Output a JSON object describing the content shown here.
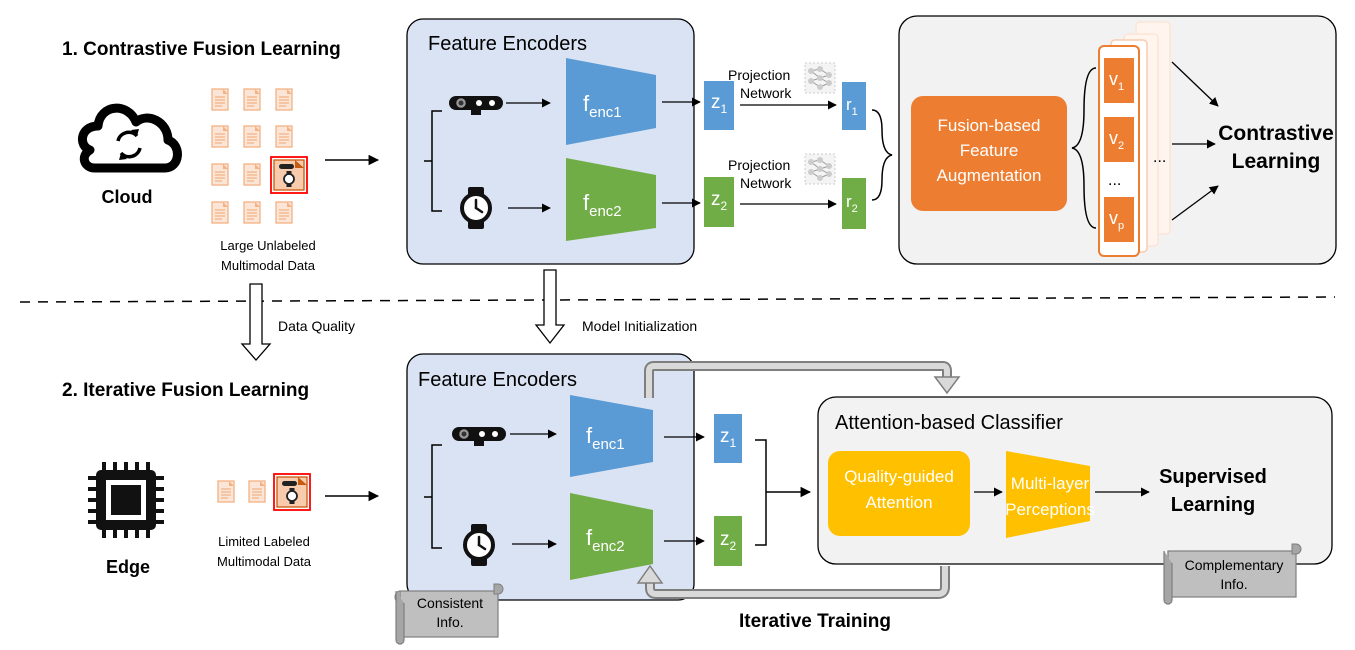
{
  "section1": {
    "title": "1. Contrastive Fusion Learning",
    "cloud_label": "Cloud",
    "data_caption": [
      "Large Unlabeled",
      "Multimodal Data"
    ],
    "encoders_title": "Feature Encoders",
    "encoder1": {
      "base": "f",
      "sub": "enc1"
    },
    "encoder2": {
      "base": "f",
      "sub": "enc2"
    },
    "z1": {
      "base": "z",
      "sub": "1"
    },
    "z2": {
      "base": "z",
      "sub": "2"
    },
    "r1": {
      "base": "r",
      "sub": "1"
    },
    "r2": {
      "base": "r",
      "sub": "2"
    },
    "projection_label": [
      "Projection",
      "Network"
    ],
    "augmentation_label": [
      "Fusion-based",
      "Feature",
      "Augmentation"
    ],
    "v1": {
      "base": "v",
      "sub": "1"
    },
    "v2": {
      "base": "v",
      "sub": "2"
    },
    "vp": {
      "base": "v",
      "sub": "p"
    },
    "ellipsis": "...",
    "contrastive_label": [
      "Contrastive",
      "Learning"
    ]
  },
  "transition": {
    "data_quality": "Data Quality",
    "model_init": "Model Initialization"
  },
  "section2": {
    "title": "2. Iterative Fusion Learning",
    "edge_label": "Edge",
    "data_caption": [
      "Limited Labeled",
      "Multimodal Data"
    ],
    "encoders_title": "Feature Encoders",
    "encoder1": {
      "base": "f",
      "sub": "enc1"
    },
    "encoder2": {
      "base": "f",
      "sub": "enc2"
    },
    "z1": {
      "base": "z",
      "sub": "1"
    },
    "z2": {
      "base": "z",
      "sub": "2"
    },
    "classifier_title": "Attention-based Classifier",
    "attention_label": [
      "Quality-guided",
      "Attention"
    ],
    "mlp_label": [
      "Multi-layer",
      "Perceptions"
    ],
    "supervised_label": [
      "Supervised",
      "Learning"
    ],
    "consistent_scroll": [
      "Consistent",
      "Info."
    ],
    "complementary_scroll": [
      "Complementary",
      "Info."
    ],
    "iterative_label": "Iterative Training"
  },
  "colors": {
    "encoder_panel": "#dae3f3",
    "encoder1_blue": "#5b9bd5",
    "encoder2_green": "#70ad47",
    "augmentation_orange": "#ed7d31",
    "classifier_panel": "#f2f2f2",
    "attention_yellow": "#ffc000",
    "scroll_gray": "#bfbfbf",
    "doc_border": "#f4b183",
    "doc_highlight": "#ff0000"
  }
}
